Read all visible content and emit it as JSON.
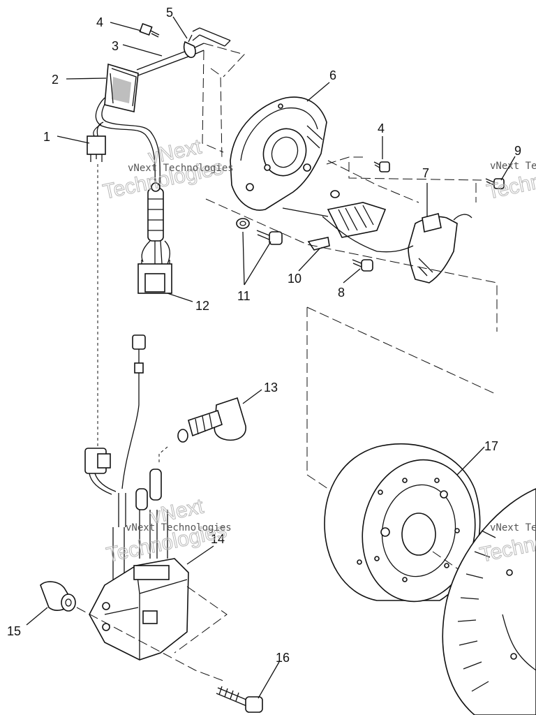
{
  "callouts": [
    "1",
    "2",
    "3",
    "4",
    "5",
    "6",
    "4",
    "7",
    "9",
    "10",
    "11",
    "8",
    "12",
    "13",
    "14",
    "15",
    "16",
    "17"
  ],
  "watermark": {
    "small_text": "vNext Technologies",
    "big_line1": "vNext",
    "big_line2": "Technologies",
    "edge_small": "vNext Te",
    "edge_big": "Technolo",
    "edge_small_b": "vNext Te",
    "edge_big_b": "Techno"
  },
  "colors": {
    "ink": "#111111",
    "watermark": "#b8b8b8",
    "background": "#ffffff"
  }
}
